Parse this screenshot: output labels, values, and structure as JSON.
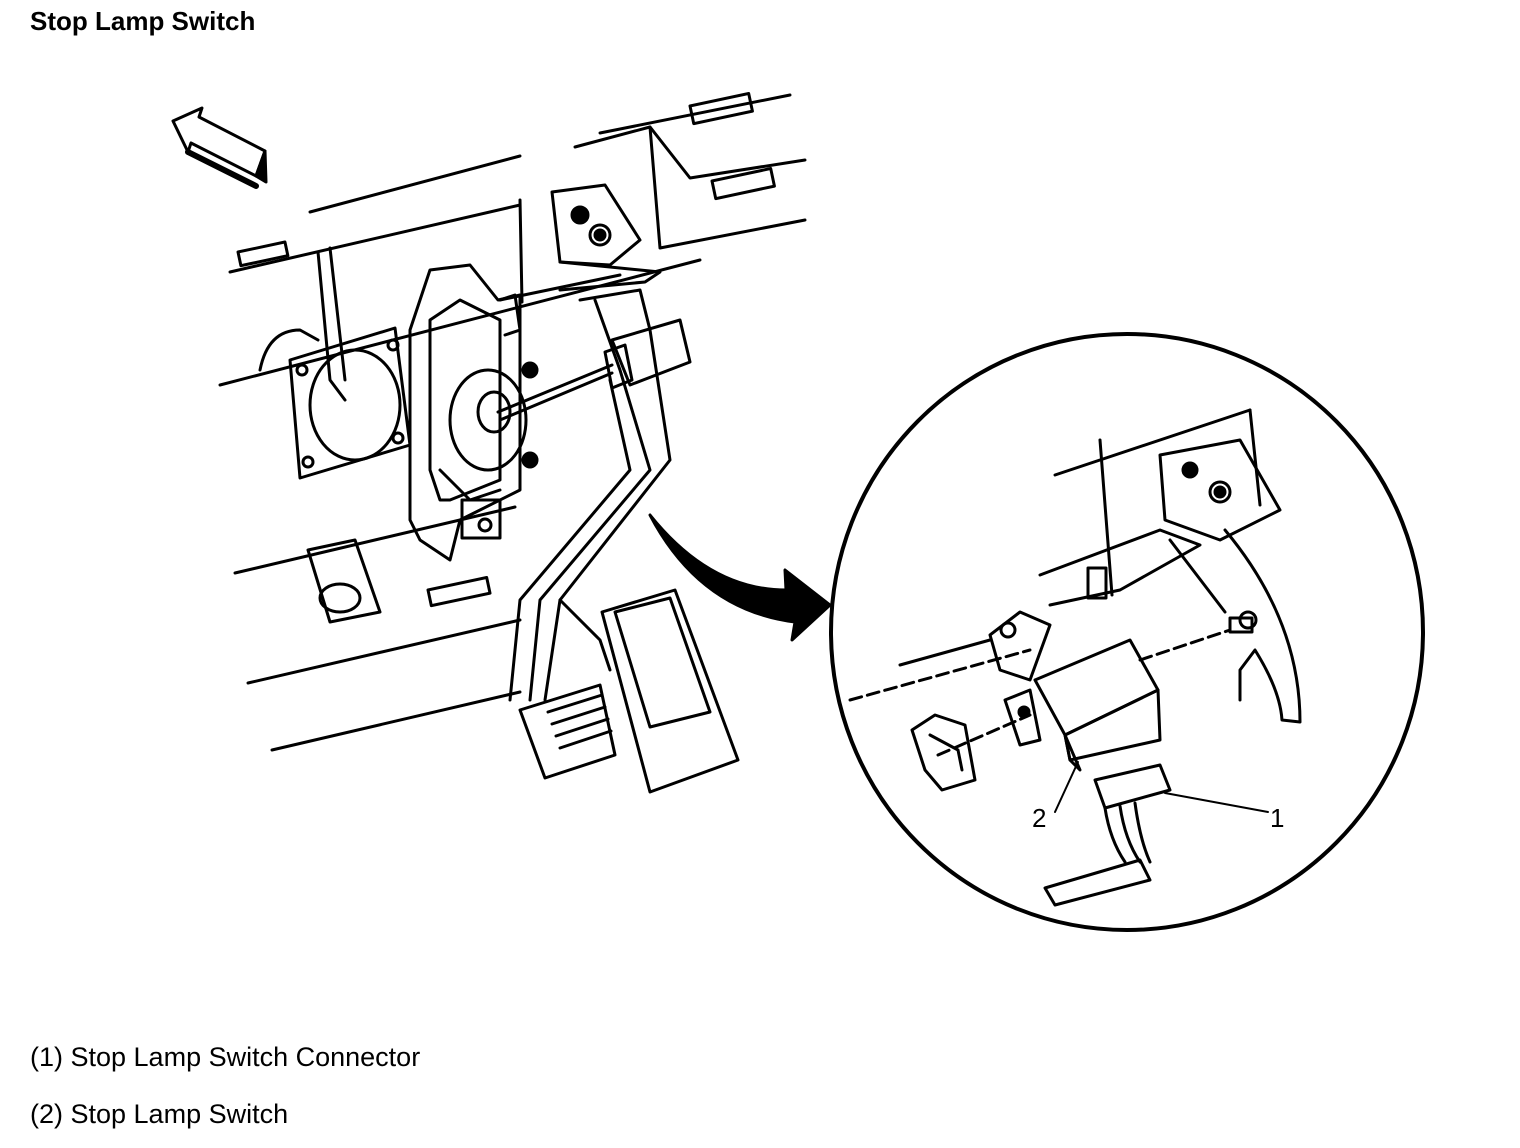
{
  "title": "Stop Lamp Switch",
  "callouts": [
    {
      "number": "1"
    },
    {
      "number": "2"
    }
  ],
  "legend": [
    {
      "text": "(1) Stop Lamp Switch Connector"
    },
    {
      "text": "(2) Stop Lamp Switch"
    }
  ]
}
